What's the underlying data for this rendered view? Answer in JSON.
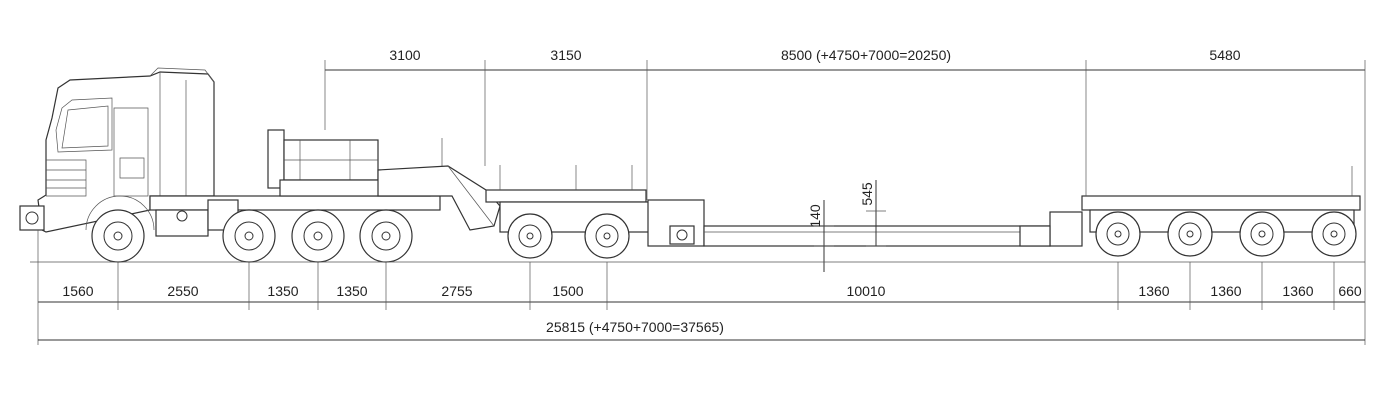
{
  "dimensions": {
    "top": [
      "3100",
      "3150",
      "8500 (+4750+7000=20250)",
      "5480"
    ],
    "bottom": [
      "1560",
      "2550",
      "1350",
      "1350",
      "2755",
      "1500",
      "10010",
      "1360",
      "1360",
      "1360",
      "660"
    ],
    "overall": "25815 (+4750+7000=37565)",
    "vertical": [
      "140",
      "545"
    ]
  }
}
